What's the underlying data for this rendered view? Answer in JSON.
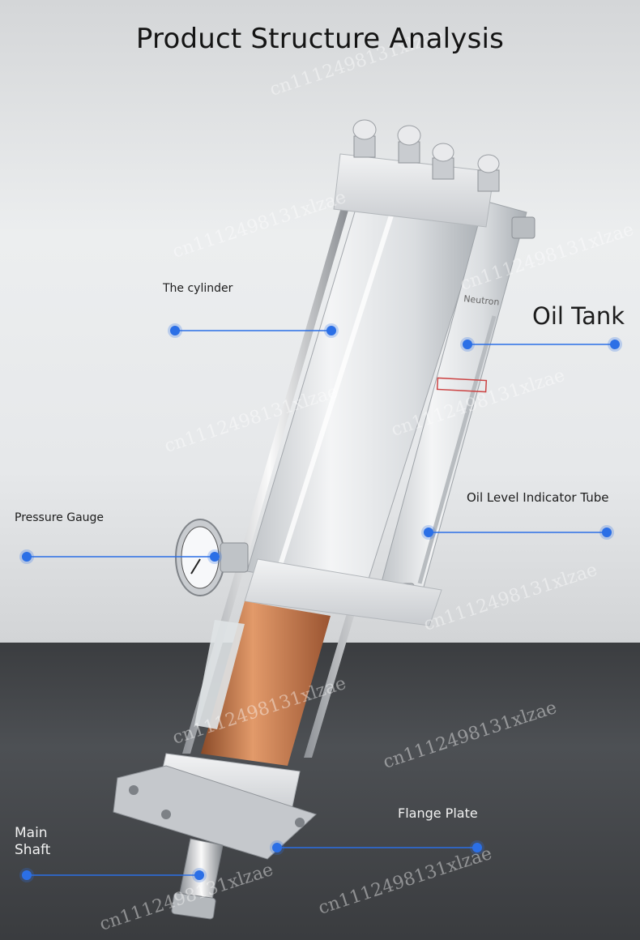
{
  "title": "Product Structure Analysis",
  "labels": {
    "cylinder": "The cylinder",
    "oil_tank": "Oil Tank",
    "oil_level_tube": "Oil Level Indicator Tube",
    "pressure_gauge": "Pressure Gauge",
    "flange_plate": "Flange Plate",
    "main_shaft_line1": "Main",
    "main_shaft_line2": "Shaft",
    "brand": "Neutron"
  },
  "watermark": "cn1112498131xlzae",
  "colors": {
    "callout": "#2b6fe6",
    "title": "#141414",
    "copper": "#c97a4c",
    "aluminum": "#e4e6e8"
  }
}
